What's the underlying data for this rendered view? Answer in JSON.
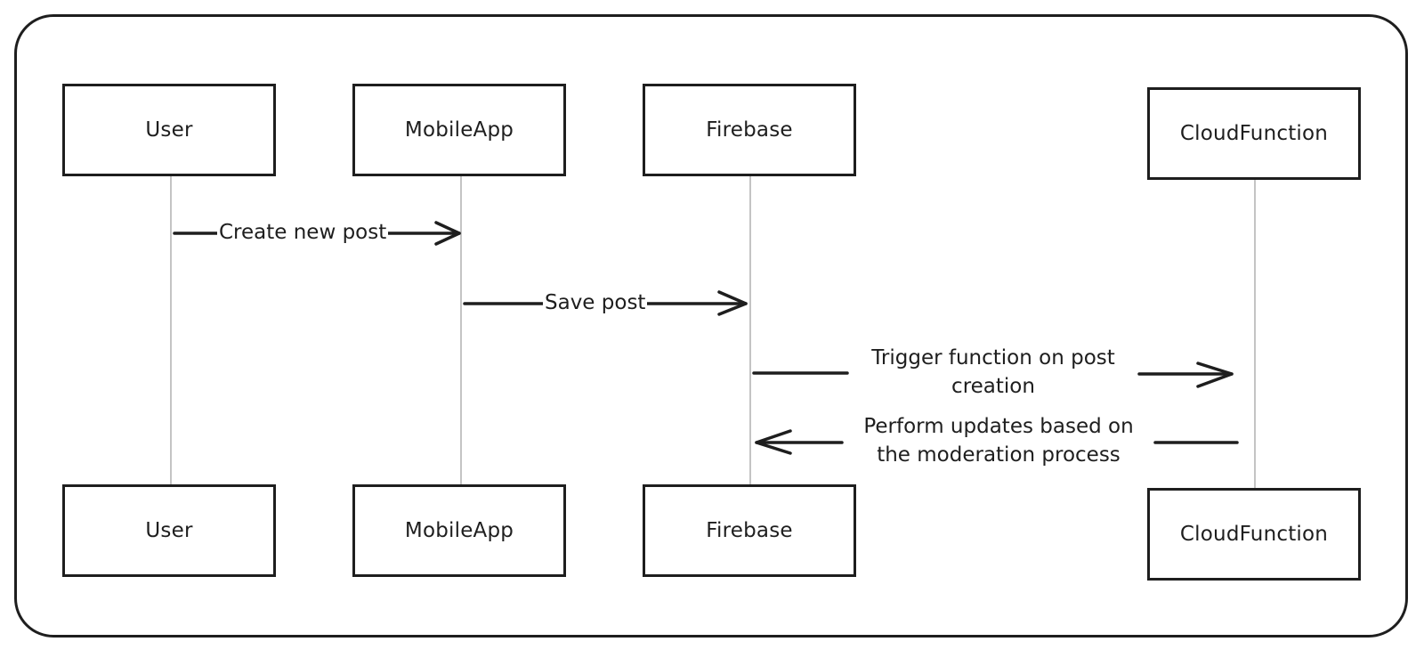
{
  "participants": [
    {
      "id": "user",
      "label": "User"
    },
    {
      "id": "mobileapp",
      "label": "MobileApp"
    },
    {
      "id": "firebase",
      "label": "Firebase"
    },
    {
      "id": "cloudfunction",
      "label": "CloudFunction"
    }
  ],
  "messages": [
    {
      "from": "user",
      "to": "mobileapp",
      "label": "Create new post"
    },
    {
      "from": "mobileapp",
      "to": "firebase",
      "label": "Save post"
    },
    {
      "from": "firebase",
      "to": "cloudfunction",
      "line1": "Trigger function on post",
      "line2": "creation"
    },
    {
      "from": "cloudfunction",
      "to": "firebase",
      "line1": "Perform updates based on",
      "line2": "the moderation process"
    }
  ],
  "colors": {
    "stroke": "#1e1e1e",
    "lifeline": "#b0b0b0",
    "background": "#ffffff"
  }
}
